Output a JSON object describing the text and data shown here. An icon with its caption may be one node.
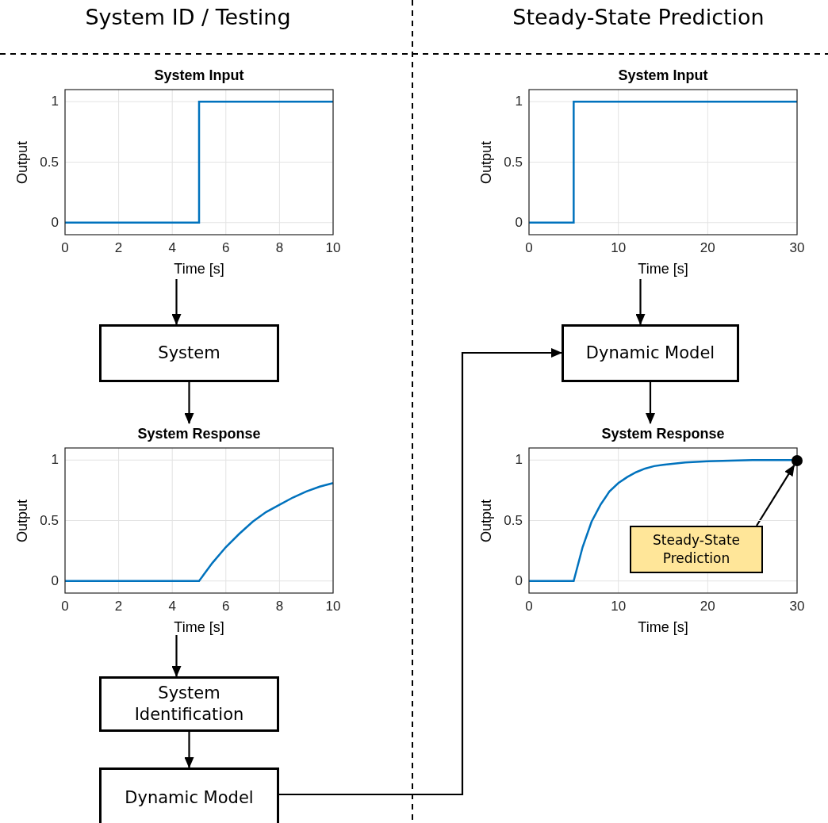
{
  "diagram": {
    "nodes": [
      {
        "text": [
          "System Input"
        ]
      },
      {
        "text": [
          "System"
        ]
      },
      {
        "text": [
          "System Response"
        ]
      },
      {
        "text": [
          "System Identification"
        ]
      },
      {
        "text": [
          "Dynamic Model"
        ]
      },
      {
        "text": [
          "System Input"
        ]
      },
      {
        "text": [
          "Dynamic Model"
        ]
      },
      {
        "text": [
          "System Response"
        ]
      },
      {
        "text": [
          "Steady-State Prediction"
        ],
        "in": 7
      },
      {
        "text": [],
        "shape": "circle",
        "in": 7
      }
    ],
    "edges": [
      {
        "from": 0,
        "to": 1,
        "arrow": "to"
      },
      {
        "from": 1,
        "to": 2,
        "arrow": "to"
      },
      {
        "from": 2,
        "to": 3,
        "arrow": "to"
      },
      {
        "from": 3,
        "to": 4,
        "arrow": "to"
      },
      {
        "from": 4,
        "to": 6,
        "arrow": "to"
      },
      {
        "from": 5,
        "to": 6,
        "arrow": "to"
      },
      {
        "from": 6,
        "to": 7,
        "arrow": "to"
      },
      {
        "from": 8,
        "to": 9,
        "arrow": "to"
      }
    ],
    "labels": [
      "System ID / Testing",
      "Steady-State Prediction"
    ],
    "chart_data": [
      {
        "type": "line",
        "xlabel": "Time [s]",
        "ylabel": "Output",
        "x": [
          0,
          5,
          5,
          10
        ],
        "series": [
          {
            "color": "#0072bd",
            "values": [
              0,
              0,
              1,
              1
            ]
          }
        ],
        "xlim": [
          0,
          10
        ],
        "ylim": [
          -0.1,
          1.1
        ],
        "xticks": [
          0,
          2,
          4,
          6,
          8,
          10
        ],
        "yticks": [
          0,
          0.5,
          1
        ],
        "grid": true
      },
      {
        "type": "line",
        "xlabel": "Time [s]",
        "ylabel": "Output",
        "x": [
          0,
          5,
          5.5,
          6,
          6.5,
          7,
          7.5,
          8,
          8.5,
          9,
          9.5,
          10
        ],
        "series": [
          {
            "color": "#0072bd",
            "values": [
              0,
              0,
              0.15,
              0.28,
              0.39,
              0.49,
              0.57,
              0.63,
              0.69,
              0.74,
              0.78,
              0.81
            ]
          }
        ],
        "xlim": [
          0,
          10
        ],
        "ylim": [
          -0.1,
          1.1
        ],
        "xticks": [
          0,
          2,
          4,
          6,
          8,
          10
        ],
        "yticks": [
          0,
          0.5,
          1
        ],
        "grid": true
      },
      {
        "type": "line",
        "xlabel": "Time [s]",
        "ylabel": "Output",
        "x": [
          0,
          5,
          5,
          30
        ],
        "series": [
          {
            "color": "#0072bd",
            "values": [
              0,
              0,
              1,
              1
            ]
          }
        ],
        "xlim": [
          0,
          30
        ],
        "ylim": [
          -0.1,
          1.1
        ],
        "xticks": [
          0,
          10,
          20,
          30
        ],
        "yticks": [
          0,
          0.5,
          1
        ],
        "grid": true
      },
      {
        "type": "line",
        "xlabel": "Time [s]",
        "ylabel": "Output",
        "x": [
          0,
          5,
          6,
          7,
          8,
          9,
          10,
          11,
          12,
          13,
          14,
          15,
          17.5,
          20,
          25,
          30
        ],
        "series": [
          {
            "color": "#0072bd",
            "values": [
              0,
              0,
              0.28,
              0.49,
              0.63,
              0.74,
              0.81,
              0.86,
              0.9,
              0.93,
              0.95,
              0.96,
              0.98,
              0.99,
              1.0,
              1.0
            ]
          }
        ],
        "xlim": [
          0,
          30
        ],
        "ylim": [
          -0.1,
          1.1
        ],
        "xticks": [
          0,
          10,
          20,
          30
        ],
        "yticks": [
          0,
          0.5,
          1
        ],
        "grid": true
      }
    ]
  }
}
